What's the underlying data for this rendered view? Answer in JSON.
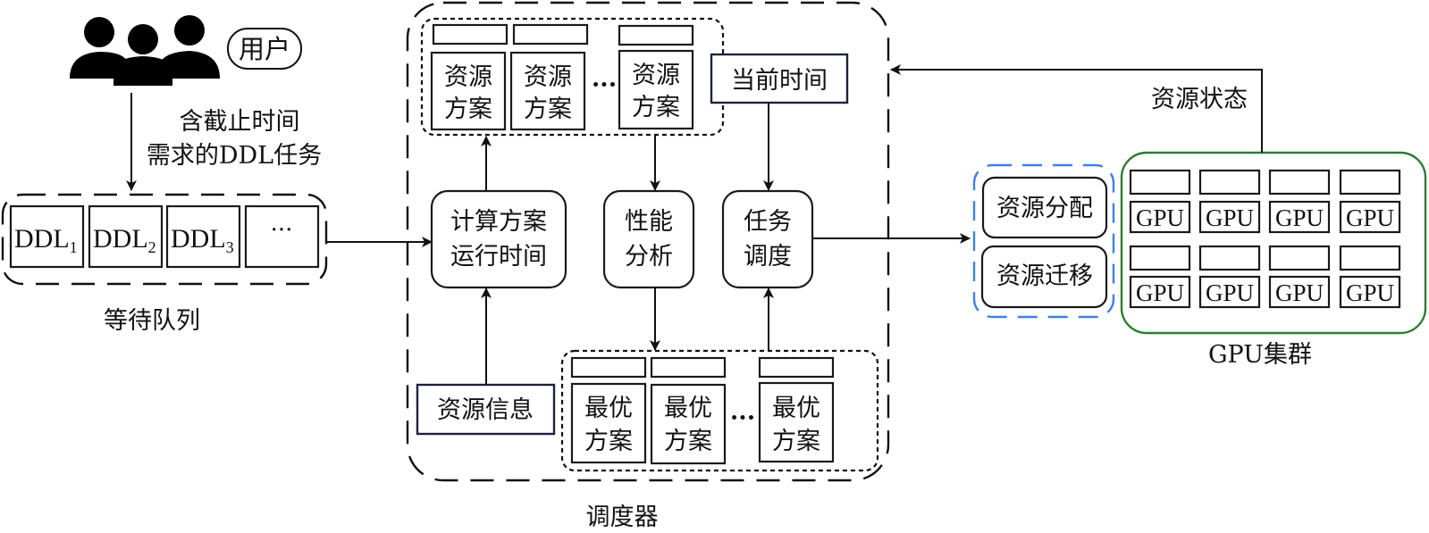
{
  "user": {
    "label": "用户",
    "request_line1": "含截止时间",
    "request_line2": "需求的DDL任务"
  },
  "queue": {
    "caption": "等待队列",
    "items": [
      {
        "base": "DDL",
        "sub": "1"
      },
      {
        "base": "DDL",
        "sub": "2"
      },
      {
        "base": "DDL",
        "sub": "3"
      }
    ],
    "ellipsis": "···"
  },
  "scheduler": {
    "caption": "调度器",
    "candidate_plans": {
      "items": [
        {
          "line1": "资源",
          "line2": "方案"
        },
        {
          "line1": "资源",
          "line2": "方案"
        },
        {
          "line1": "资源",
          "line2": "方案"
        }
      ],
      "ellipsis": "···"
    },
    "current_time": "当前时间",
    "compute_runtime": {
      "line1": "计算方案",
      "line2": "运行时间"
    },
    "performance_analysis": {
      "line1": "性能",
      "line2": "分析"
    },
    "task_scheduling": {
      "line1": "任务",
      "line2": "调度"
    },
    "resource_info": "资源信息",
    "optimal_plans": {
      "items": [
        {
          "line1": "最优",
          "line2": "方案"
        },
        {
          "line1": "最优",
          "line2": "方案"
        },
        {
          "line1": "最优",
          "line2": "方案"
        }
      ],
      "ellipsis": "···"
    }
  },
  "resource_ops": {
    "allocate": "资源分配",
    "migrate": "资源迁移"
  },
  "cluster": {
    "caption": "GPU集群",
    "feedback_label": "资源状态",
    "gpu_label": "GPU",
    "gpus": [
      "GPU",
      "GPU",
      "GPU",
      "GPU",
      "GPU",
      "GPU",
      "GPU",
      "GPU"
    ]
  },
  "colors": {
    "resource_ops_border": "#3b82e8",
    "cluster_border": "#2e7d32",
    "box_border": "#1a1a1a"
  }
}
